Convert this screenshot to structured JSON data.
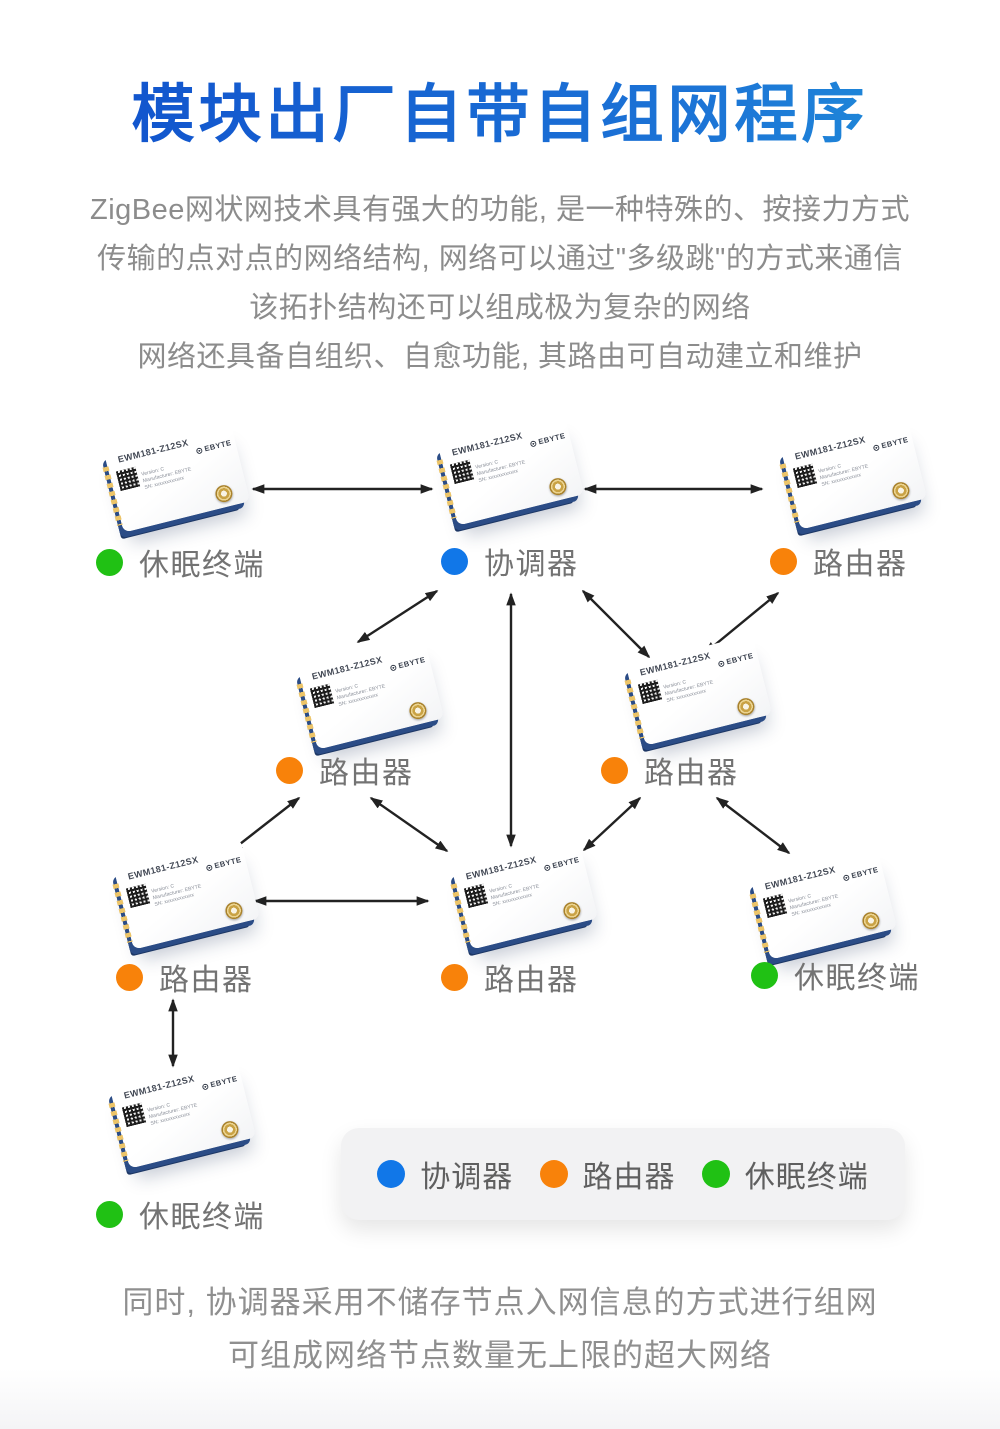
{
  "page": {
    "title": "模块出厂自带自组网程序",
    "intro_lines": [
      "ZigBee网状网技术具有强大的功能, 是一种特殊的、按接力方式",
      "传输的点对点的网络结构, 网络可以通过\"多级跳\"的方式来通信",
      "该拓扑结构还可以组成极为复杂的网络",
      "网络还具备自组织、自愈功能, 其路由可自动建立和维护"
    ],
    "outro_lines": [
      "同时, 协调器采用不储存节点入网信息的方式进行组网",
      "可组成网络节点数量无上限的超大网络"
    ]
  },
  "module": {
    "part_number": "EWM181-Z12SX",
    "brand": "EBYTE",
    "info_lines": [
      "Version: C",
      "Manufacturer: EBYTE",
      "SN: xxxxxxxxxxxx"
    ]
  },
  "node_type_colors": {
    "coordinator": "#1177e8",
    "router": "#f8820a",
    "sleep_terminal": "#20c114"
  },
  "nodes": [
    {
      "id": "sleep-terminal-top-left",
      "type": "sleep_terminal",
      "label": "休眠终端"
    },
    {
      "id": "coordinator",
      "type": "coordinator",
      "label": "协调器"
    },
    {
      "id": "router-top-right",
      "type": "router",
      "label": "路由器"
    },
    {
      "id": "router-mid-left",
      "type": "router",
      "label": "路由器"
    },
    {
      "id": "router-mid-right",
      "type": "router",
      "label": "路由器"
    },
    {
      "id": "router-bottom-left",
      "type": "router",
      "label": "路由器"
    },
    {
      "id": "router-bottom-center",
      "type": "router",
      "label": "路由器"
    },
    {
      "id": "sleep-terminal-bottom-right",
      "type": "sleep_terminal",
      "label": "休眠终端"
    },
    {
      "id": "sleep-terminal-bottom",
      "type": "sleep_terminal",
      "label": "休眠终端"
    }
  ],
  "edges": [
    [
      "sleep-terminal-top-left",
      "coordinator"
    ],
    [
      "coordinator",
      "router-top-right"
    ],
    [
      "coordinator",
      "router-mid-left"
    ],
    [
      "coordinator",
      "router-mid-right"
    ],
    [
      "coordinator",
      "router-bottom-center"
    ],
    [
      "router-top-right",
      "router-mid-right"
    ],
    [
      "router-mid-left",
      "router-bottom-left"
    ],
    [
      "router-mid-left",
      "router-bottom-center"
    ],
    [
      "router-mid-right",
      "router-bottom-center"
    ],
    [
      "router-mid-right",
      "sleep-terminal-bottom-right"
    ],
    [
      "router-bottom-left",
      "router-bottom-center"
    ],
    [
      "router-bottom-left",
      "sleep-terminal-bottom"
    ]
  ],
  "legend": {
    "items": [
      {
        "label": "协调器",
        "color": "#1177e8"
      },
      {
        "label": "路由器",
        "color": "#f8820a"
      },
      {
        "label": "休眠终端",
        "color": "#20c114"
      }
    ]
  },
  "colors": {
    "title_gradient_start": "#1153cd",
    "title_gradient_end": "#2090da",
    "body_text_gray": "#8c8c8c",
    "node_label_gray": "#737373",
    "arrow_black": "#222222",
    "legend_background": "#f2f2f3"
  }
}
